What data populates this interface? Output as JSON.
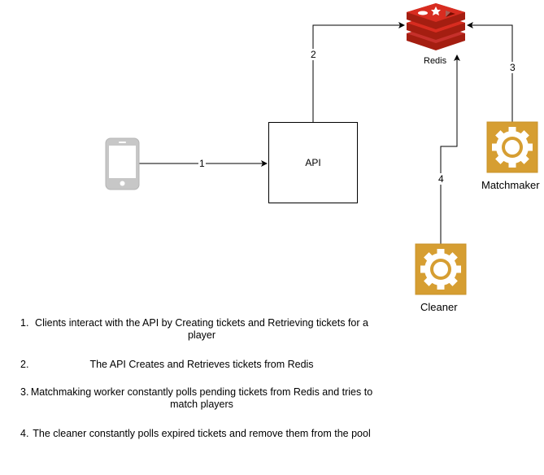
{
  "nodes": {
    "redis_label": "Redis",
    "api_label": "API",
    "matchmaker_label": "Matchmaker",
    "cleaner_label": "Cleaner"
  },
  "edges": {
    "phone_to_api": "1",
    "api_to_redis": "2",
    "matchmaker_to_redis": "3",
    "cleaner_to_redis": "4"
  },
  "colors": {
    "redis_red": "#c6302b",
    "redis_dark": "#a41e11",
    "gear_gold": "#d69e32",
    "phone_gray": "#c7c7c7"
  },
  "icons": {
    "phone": "smartphone-icon",
    "redis": "redis-icon",
    "worker": "gear-icon"
  },
  "notes": [
    {
      "num": "1.",
      "text": "Clients interact with the API by Creating tickets and Retrieving tickets for a player"
    },
    {
      "num": "2.",
      "text": "The API Creates and Retrieves tickets from Redis"
    },
    {
      "num": "3.",
      "text": "Matchmaking worker constantly polls pending tickets from Redis and tries to match players"
    },
    {
      "num": "4.",
      "text": "The cleaner constantly polls expired tickets and remove them from the pool"
    }
  ]
}
